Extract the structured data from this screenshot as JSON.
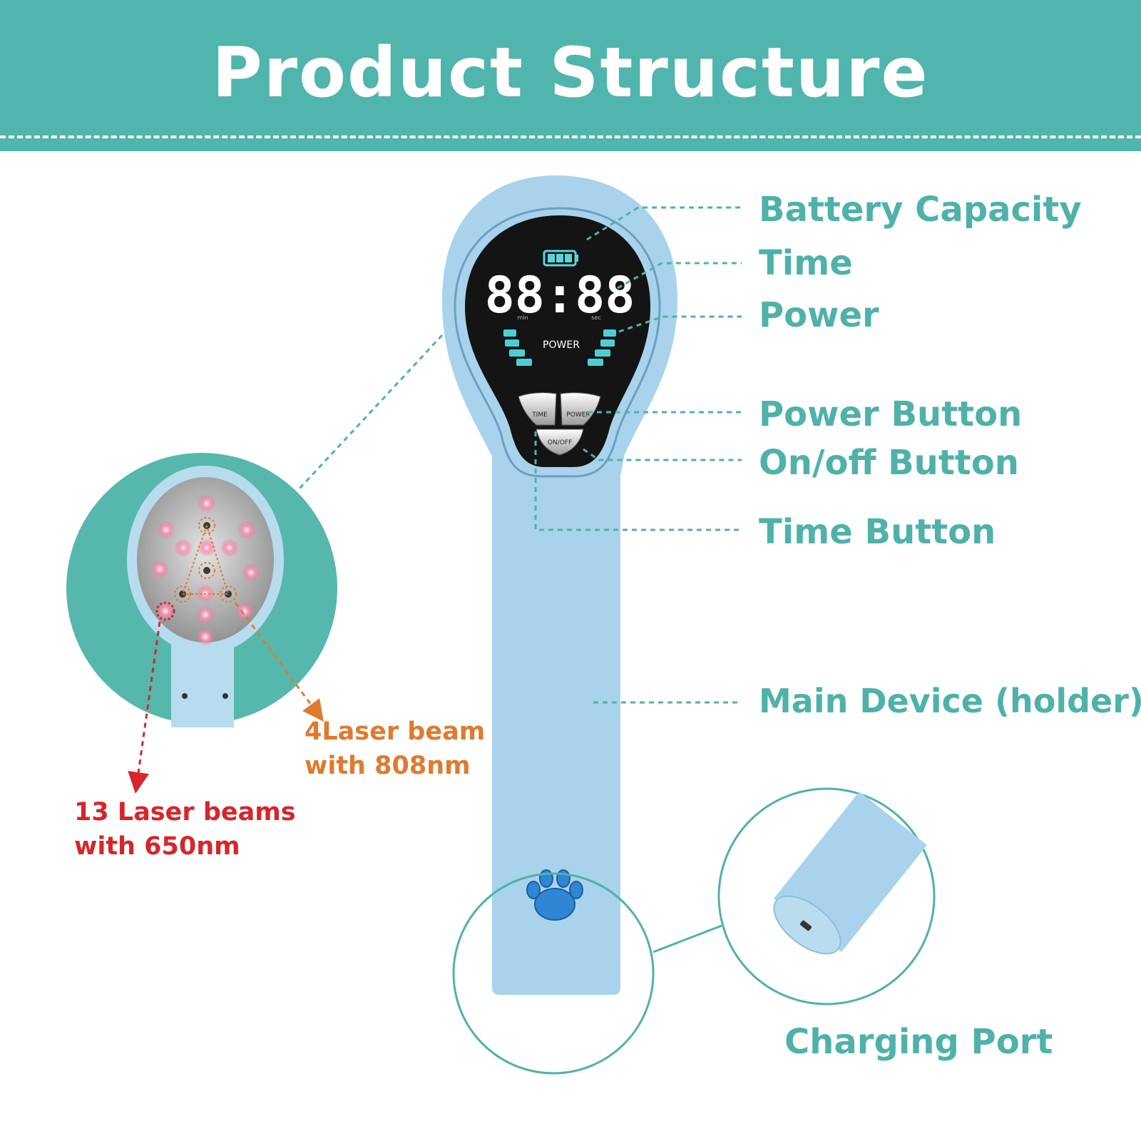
{
  "header": {
    "title": "Product Structure"
  },
  "screen": {
    "time_display": "88:88",
    "min_label": "min",
    "sec_label": "sec",
    "power_label": "POWER"
  },
  "buttons": {
    "time": "TIME",
    "power": "POWER",
    "onoff": "ON/OFF"
  },
  "callouts": {
    "battery_capacity": "Battery Capacity",
    "time": "Time",
    "power": "Power",
    "power_button": "Power Button",
    "onoff_button": "On/off Button",
    "time_button": "Time Button",
    "main_device": "Main Device (holder)",
    "charging_port": "Charging Port",
    "laser_808": [
      "4Laser beam",
      "with 808nm"
    ],
    "laser_650": [
      "13 Laser beams",
      "with 650nm"
    ]
  },
  "colors": {
    "teal": "#4fb2a9",
    "device_blue": "#a9d3ec",
    "orange": "#e07a2e",
    "red": "#d6262b",
    "laser_pink": "#f06a8e"
  }
}
